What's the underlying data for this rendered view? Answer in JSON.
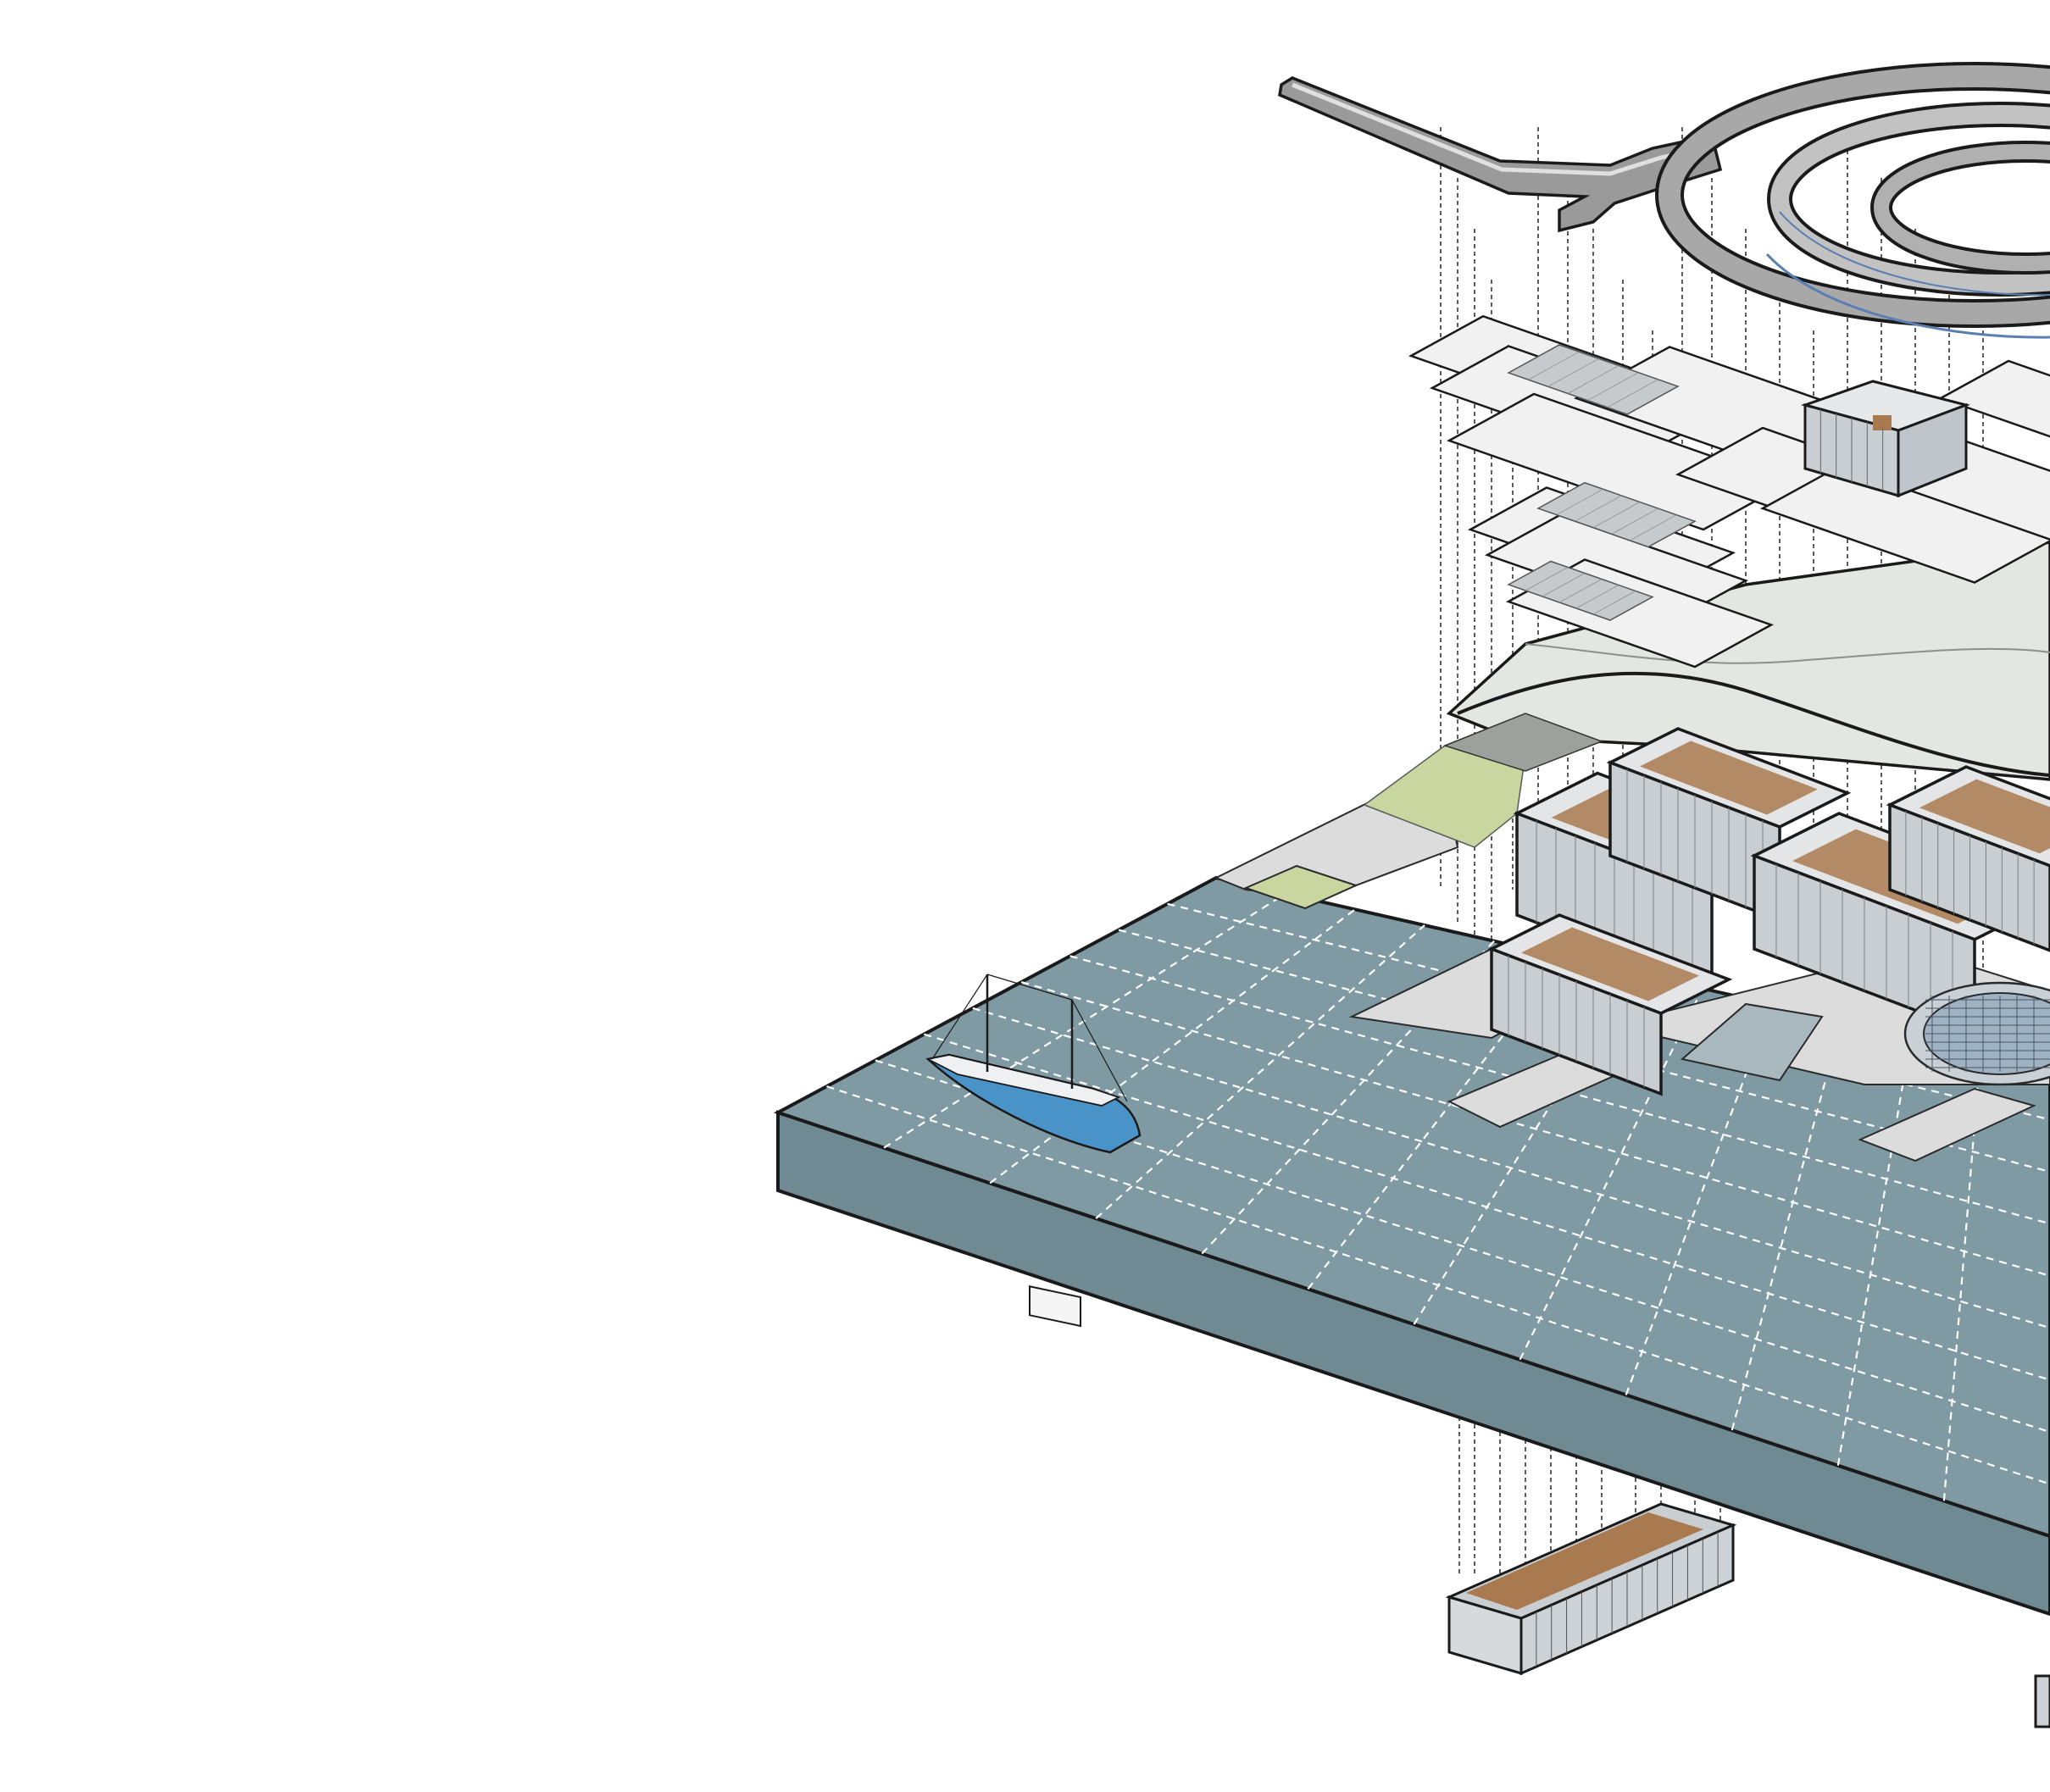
{
  "diagram": {
    "type": "exploded-axonometric",
    "labels": [],
    "colors": {
      "background": "#ffffff",
      "water_top": "#7f9aa2",
      "water_side": "#6f8a93",
      "water_grid": "#ffffff",
      "outline": "#1a1a1a",
      "concrete": "#dcdcdc",
      "glass": "#c9ced2",
      "wood": "#a97a4f",
      "lawn": "#c9d6a0",
      "terrain": "#e4e6e2",
      "boat_hull": "#4a93c8"
    },
    "components": [
      {
        "id": "roof-walkway",
        "icon": "spiral-walkway"
      },
      {
        "id": "roof-canopy",
        "icon": "solar-panels"
      },
      {
        "id": "roof-pavilion",
        "icon": "glass-box"
      },
      {
        "id": "terrain-shell",
        "icon": "landscape"
      },
      {
        "id": "ground-buildings",
        "icon": "glass-rooms"
      },
      {
        "id": "harbour-plinth",
        "icon": "water-grid"
      },
      {
        "id": "fishing-boat",
        "icon": "boat"
      },
      {
        "id": "underwater-module",
        "icon": "glass-box"
      }
    ]
  }
}
